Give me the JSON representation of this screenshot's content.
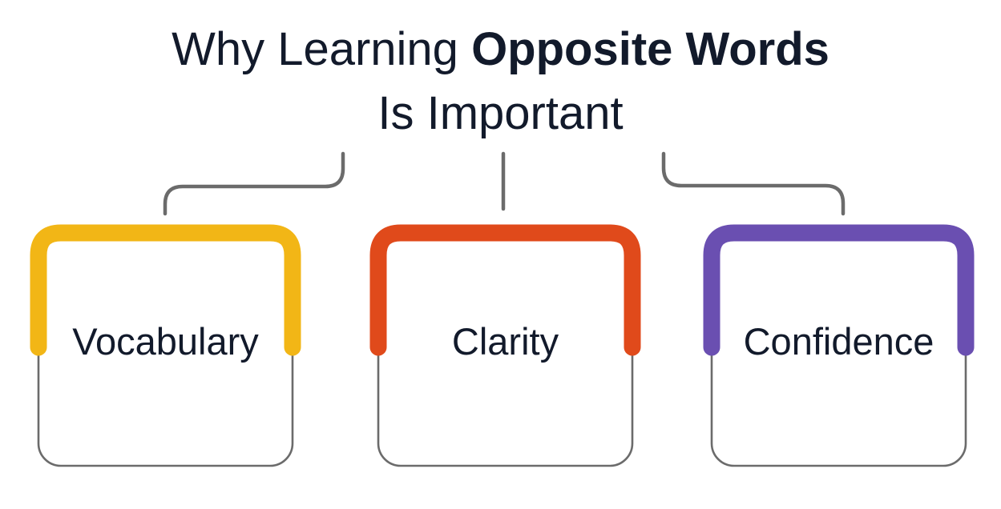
{
  "title": {
    "line1_regular": "Why Learning ",
    "line1_bold": "Opposite Words",
    "line2": "Is Important"
  },
  "cards": [
    {
      "label": "Vocabulary",
      "color": "#F2B616"
    },
    {
      "label": "Clarity",
      "color": "#E04A1B"
    },
    {
      "label": "Confidence",
      "color": "#6A4FB1"
    }
  ],
  "colors": {
    "text": "#121A2B",
    "connector": "#6B6B6B",
    "card_border": "#6B6B6B",
    "background": "#FFFFFF"
  }
}
